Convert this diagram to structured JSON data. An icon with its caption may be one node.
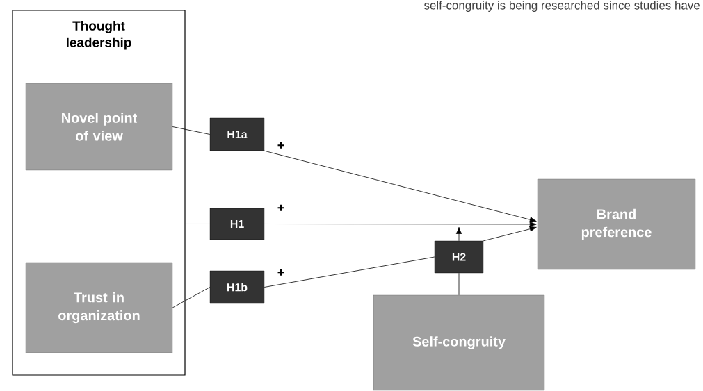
{
  "diagram": {
    "nodes": [
      {
        "text": [
          "Thought leadership"
        ]
      },
      {
        "text": [
          "Novel point of view"
        ],
        "in": 0
      },
      {
        "text": [
          "Trust in organization"
        ],
        "in": 0
      },
      {
        "text": [
          "H1a"
        ]
      },
      {
        "text": [
          "H1"
        ]
      },
      {
        "text": [
          "H1b"
        ]
      },
      {
        "text": [
          "Brand preference"
        ]
      },
      {
        "text": [
          "H2"
        ]
      },
      {
        "text": [
          "Self-congruity"
        ]
      }
    ],
    "edges": [
      {
        "from": 1,
        "to": 3,
        "arrow": "none"
      },
      {
        "from": 3,
        "to": 6,
        "arrow": "to"
      },
      {
        "from": 0,
        "to": 4,
        "arrow": "none"
      },
      {
        "from": 4,
        "to": 6,
        "arrow": "to"
      },
      {
        "from": 2,
        "to": 5,
        "arrow": "none"
      },
      {
        "from": 5,
        "to": 7,
        "arrow": "none"
      },
      {
        "from": 7,
        "to": 6,
        "arrow": "to"
      },
      {
        "from": 8,
        "to": 7,
        "arrow": "none"
      },
      {
        "from": 7,
        "to": null,
        "arrow": "to"
      }
    ],
    "labels": [
      "self-congruity is being researched since studies have",
      "+",
      "+",
      "+"
    ]
  }
}
